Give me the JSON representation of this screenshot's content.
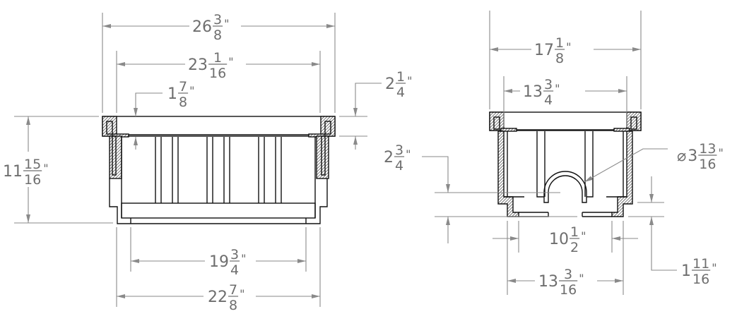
{
  "drawing": {
    "front_view": {
      "dimensions": [
        {
          "id": "overall-width",
          "whole": "26",
          "num": "3",
          "den": "8",
          "unit": "\""
        },
        {
          "id": "inner-width",
          "whole": "23",
          "num": "1",
          "den": "16",
          "unit": "\""
        },
        {
          "id": "flange-depth",
          "whole": "1",
          "num": "7",
          "den": "8",
          "unit": "\""
        },
        {
          "id": "flange-height",
          "whole": "2",
          "num": "1",
          "den": "4",
          "unit": "\""
        },
        {
          "id": "overall-height",
          "whole": "11",
          "num": "15",
          "den": "16",
          "unit": "\""
        },
        {
          "id": "bottom-inner-width",
          "whole": "19",
          "num": "3",
          "den": "4",
          "unit": "\""
        },
        {
          "id": "bottom-outer-width",
          "whole": "22",
          "num": "7",
          "den": "8",
          "unit": "\""
        }
      ]
    },
    "side_view": {
      "dimensions": [
        {
          "id": "overall-width",
          "whole": "17",
          "num": "1",
          "den": "8",
          "unit": "\""
        },
        {
          "id": "inner-width",
          "whole": "13",
          "num": "3",
          "den": "4",
          "unit": "\""
        },
        {
          "id": "arch-height",
          "whole": "2",
          "num": "3",
          "den": "4",
          "unit": "\""
        },
        {
          "id": "arch-diameter",
          "prefix": "⌀",
          "whole": "3",
          "num": "13",
          "den": "16",
          "unit": "\""
        },
        {
          "id": "bottom-inner-width",
          "whole": "10",
          "num": "1",
          "den": "2",
          "unit": "\""
        },
        {
          "id": "bottom-outer-width",
          "whole": "13",
          "num": "3",
          "den": "16",
          "unit": "\""
        },
        {
          "id": "step-height",
          "whole": "1",
          "num": "11",
          "den": "16",
          "unit": "\""
        }
      ]
    }
  }
}
